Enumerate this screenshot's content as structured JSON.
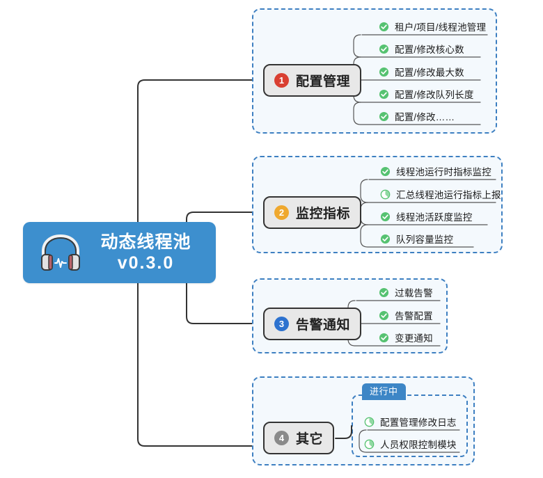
{
  "root": {
    "icon": "headphones-waveform-icon",
    "title": "动态线程池",
    "version": "v0.3.0",
    "color": "#3d8fce"
  },
  "status_legend": {
    "done_icon": "check-circle-icon",
    "in_progress_icon": "clock-circle-icon"
  },
  "in_progress_tab": {
    "label": "进行中",
    "color": "#3d86c6"
  },
  "branches": [
    {
      "number": "1",
      "label": "配置管理",
      "badge_color": "#d93f31",
      "items": [
        {
          "text": "租户/项目/线程池管理",
          "status": "done"
        },
        {
          "text": "配置/修改核心数",
          "status": "done"
        },
        {
          "text": "配置/修改最大数",
          "status": "done"
        },
        {
          "text": "配置/修改队列长度",
          "status": "done"
        },
        {
          "text": "配置/修改……",
          "status": "done"
        }
      ]
    },
    {
      "number": "2",
      "label": "监控指标",
      "badge_color": "#efa82e",
      "items": [
        {
          "text": "线程池运行时指标监控",
          "status": "done"
        },
        {
          "text": "汇总线程池运行指标上报",
          "status": "in_progress"
        },
        {
          "text": "线程池活跃度监控",
          "status": "done"
        },
        {
          "text": "队列容量监控",
          "status": "done"
        }
      ]
    },
    {
      "number": "3",
      "label": "告警通知",
      "badge_color": "#2d72cf",
      "items": [
        {
          "text": "过载告警",
          "status": "done"
        },
        {
          "text": "告警配置",
          "status": "done"
        },
        {
          "text": "变更通知",
          "status": "done"
        }
      ]
    },
    {
      "number": "4",
      "label": "其它",
      "badge_color": "#8a8a8a",
      "items": [
        {
          "text": "配置管理修改日志",
          "status": "in_progress"
        },
        {
          "text": "人员权限控制模块",
          "status": "in_progress"
        }
      ]
    }
  ]
}
